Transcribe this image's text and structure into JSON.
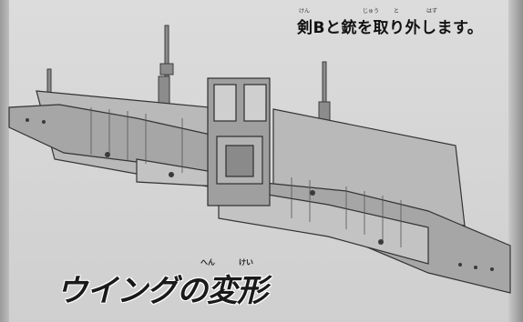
{
  "instruction": {
    "text": "剣Bと銃を取り外します。",
    "ruby": {
      "ken": "けん",
      "juu": "じゅう",
      "to": "と",
      "hazu": "はず"
    }
  },
  "section_title": {
    "text": "ウイングの変形",
    "ruby": {
      "hen": "へん",
      "kei": "けい"
    }
  }
}
